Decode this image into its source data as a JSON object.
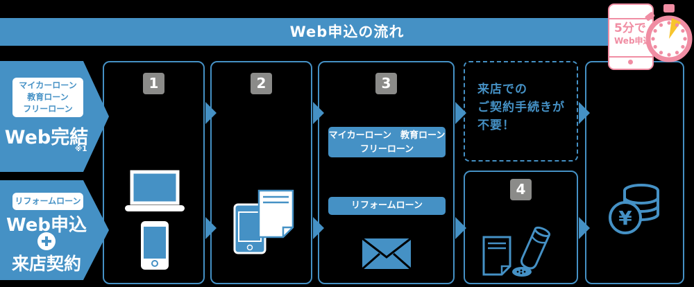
{
  "colors": {
    "blue": "#4591c5",
    "pink": "#f08da3",
    "yellow": "#f7c52e",
    "gray": "#8b8b89",
    "white": "#ffffff",
    "background": "#000000"
  },
  "header": {
    "title": "Web申込の流れ"
  },
  "quick_badge": {
    "line1": "5分で",
    "line2": "Web申込",
    "icons": [
      "smartphone-icon",
      "stopwatch-icon"
    ]
  },
  "paths": {
    "web_complete": {
      "products": [
        "マイカーローン",
        "教育ローン",
        "フリーローン"
      ],
      "title": "Web完結",
      "note": "※1"
    },
    "web_apply": {
      "product": "リフォームローン",
      "title": "Web申込",
      "plus": "＋",
      "subtitle": "来店契約"
    }
  },
  "steps": {
    "step1": {
      "number": "1",
      "icons": [
        "laptop-icon",
        "smartphone-icon"
      ]
    },
    "step2": {
      "number": "2",
      "icons": [
        "smartphone-icon",
        "document-icon"
      ]
    },
    "step3": {
      "number": "3",
      "label_top_line1": "マイカーローン　教育ローン",
      "label_top_line2": "フリーローン",
      "label_bottom": "リフォームローン",
      "icons": [
        "envelope-icon"
      ]
    },
    "step4": {
      "number": "4",
      "icons": [
        "contract-icon",
        "stamp-icon"
      ]
    }
  },
  "callout": {
    "line1": "来店での",
    "line2": "ご契約手続きが",
    "line3": "不要！"
  },
  "result": {
    "yen": "¥",
    "icons": [
      "coins-icon"
    ]
  }
}
